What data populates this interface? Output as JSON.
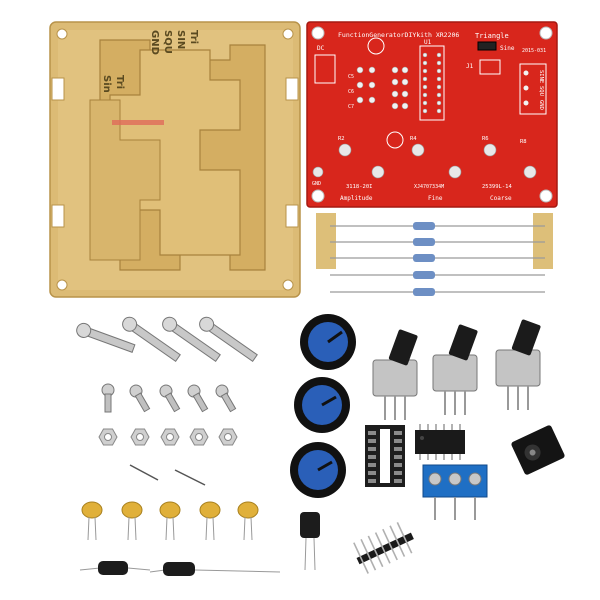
{
  "scene": {
    "background": "#ffffff",
    "acrylic_color": "#d9b56a",
    "pcb_color": "#d8261c",
    "knob_color": "#2a5fb8",
    "terminal_color": "#1f6fc4"
  },
  "acrylic": {
    "labels": [
      "GND",
      "SQU",
      "SIN",
      "Tri",
      "Tri",
      "Sin"
    ]
  },
  "pcb": {
    "title": "FunctionGeneratorDIYkith XR2206",
    "label_triangle": "Triangle",
    "label_sine": "Sine",
    "label_r2": "R2",
    "label_r4": "R4",
    "label_r6": "R6",
    "label_r8": "R8",
    "label_c5": "C5",
    "label_c6": "C6",
    "label_c7": "C7",
    "label_u1": "U1",
    "label_j1": "J1",
    "label_dc": "DC",
    "label_pot1": "3118-20I",
    "label_pot2": "XJ4707334M",
    "label_pot3": "25399L-14",
    "label_amplitude": "Amplitude",
    "label_fine": "Fine",
    "label_coarse": "Coarse",
    "label_date": "2015-031",
    "label_pins": [
      "SINE",
      "SQU",
      "GND"
    ],
    "label_gnd": "GND"
  }
}
